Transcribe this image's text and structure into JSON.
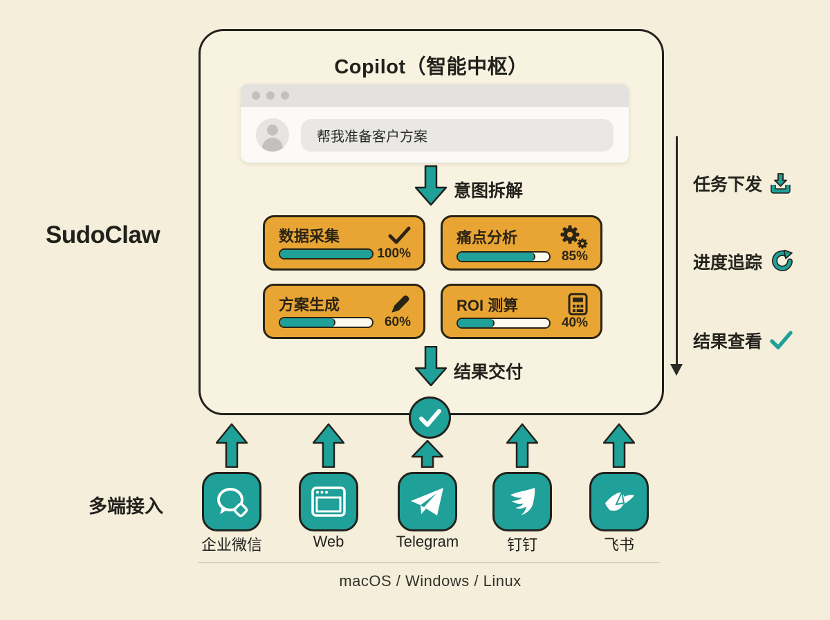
{
  "product": {
    "name": "SudoClaw"
  },
  "hub": {
    "title": "Copilot（智能中枢）",
    "chat": {
      "input_value": "帮我准备客户方案"
    },
    "flow": {
      "intent_label": "意图拆解",
      "delivery_label": "结果交付"
    },
    "tasks": [
      {
        "name": "数据采集",
        "icon": "check-icon",
        "progress": 100,
        "progress_label": "100%"
      },
      {
        "name": "痛点分析",
        "icon": "gears-icon",
        "progress": 85,
        "progress_label": "85%"
      },
      {
        "name": "方案生成",
        "icon": "pencil-icon",
        "progress": 60,
        "progress_label": "60%"
      },
      {
        "name": "ROI 测算",
        "icon": "calculator-icon",
        "progress": 40,
        "progress_label": "40%"
      }
    ]
  },
  "right_rail": {
    "items": [
      {
        "label": "任务下发",
        "icon": "download-icon"
      },
      {
        "label": "进度追踪",
        "icon": "refresh-icon"
      },
      {
        "label": "结果查看",
        "icon": "check-icon"
      }
    ]
  },
  "channels": {
    "section_label": "多端接入",
    "items": [
      {
        "label": "企业微信",
        "icon": "wechat-work-icon"
      },
      {
        "label": "Web",
        "icon": "web-browser-icon"
      },
      {
        "label": "Telegram",
        "icon": "telegram-icon"
      },
      {
        "label": "钉钉",
        "icon": "dingtalk-icon"
      },
      {
        "label": "飞书",
        "icon": "feishu-icon"
      }
    ],
    "platforms": "macOS / Windows / Linux"
  },
  "colors": {
    "background": "#F4EEDA",
    "accent_teal": "#1FA098",
    "card_orange": "#E9A533",
    "outline_dark": "#22211C"
  }
}
